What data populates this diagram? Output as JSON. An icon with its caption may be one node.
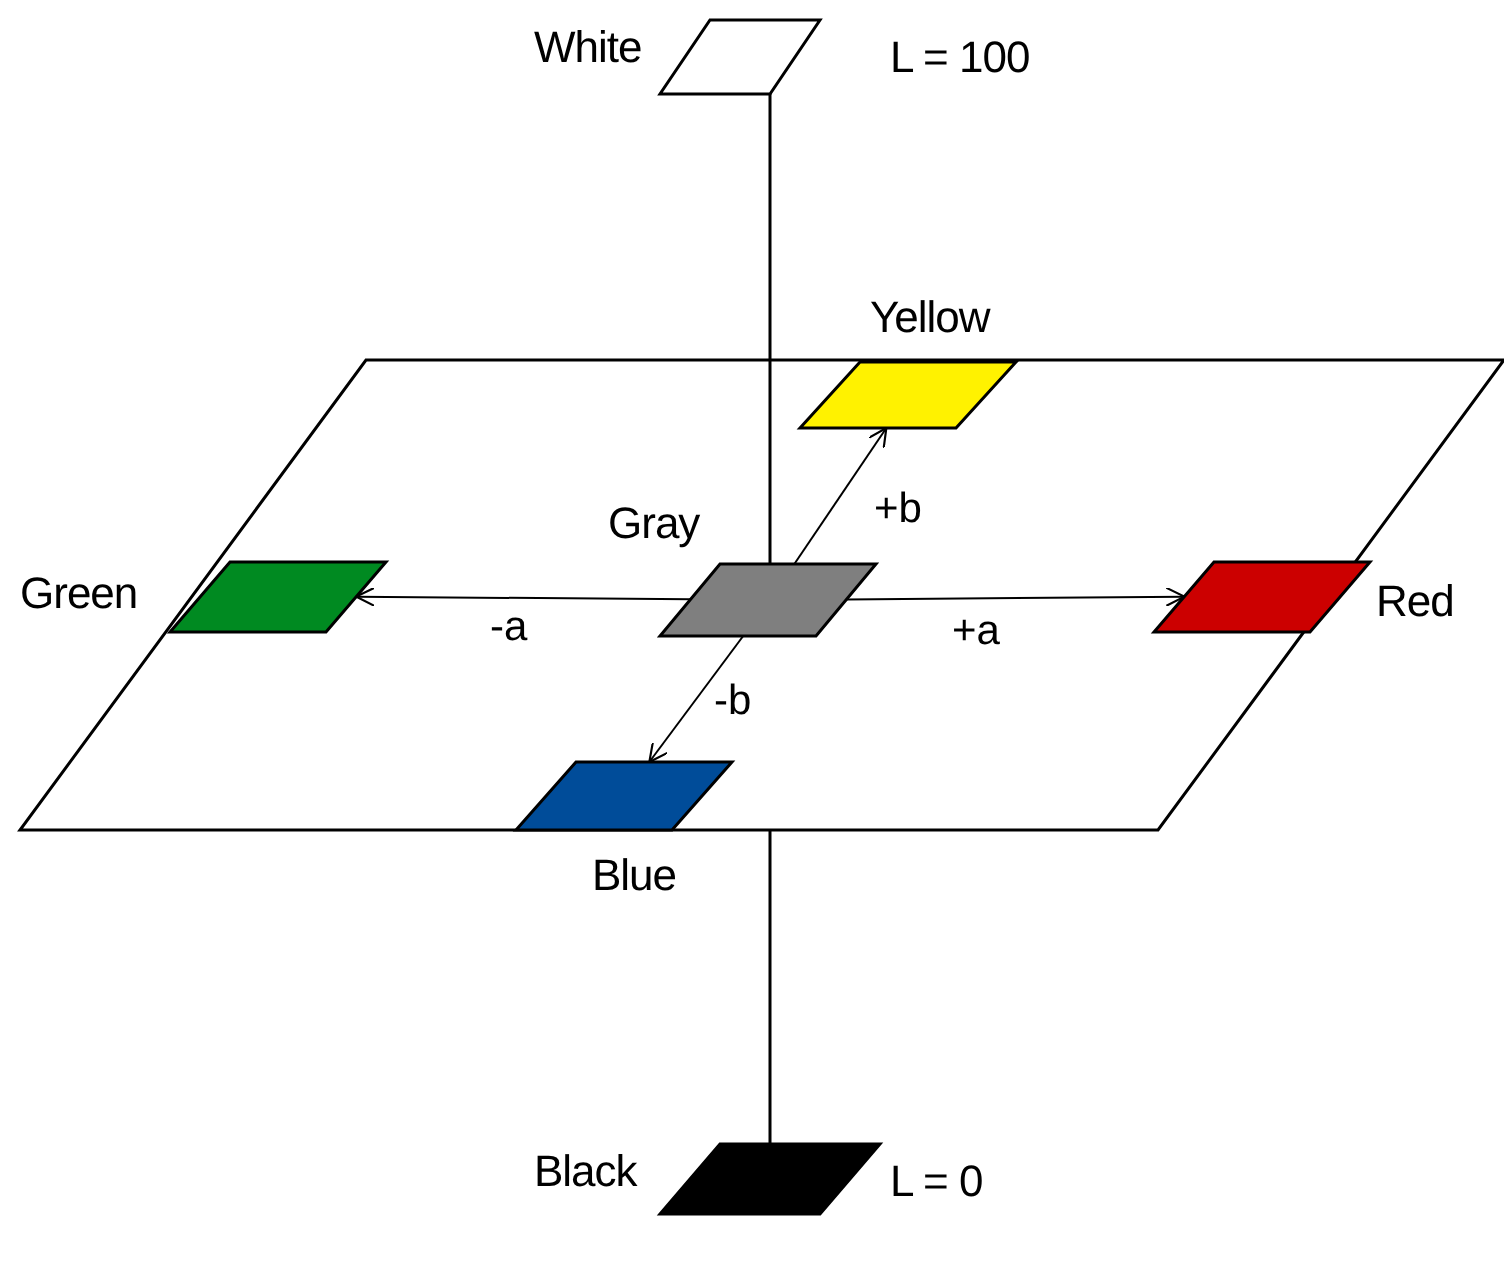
{
  "diagram": {
    "nodes": [
      {
        "text": [
          "White"
        ],
        "beside": [
          "L = 100"
        ]
      },
      {
        "text": [],
        "shape": "parallelogram"
      },
      {
        "text": [
          "Yellow"
        ],
        "in": 1
      },
      {
        "text": [
          "Gray"
        ],
        "in": 1
      },
      {
        "text": [
          "Green"
        ],
        "in": 1
      },
      {
        "text": [
          "Red"
        ],
        "in": 1
      },
      {
        "text": [
          "Blue"
        ],
        "in": 1
      },
      {
        "text": [
          "Black"
        ],
        "beside": [
          "L = 0"
        ]
      }
    ],
    "edges": [
      {
        "from": 0,
        "to": 3,
        "arrow": "none"
      },
      {
        "from": 1,
        "to": 7,
        "arrow": "none"
      },
      {
        "from": 3,
        "to": 4,
        "arrow": "to",
        "label": "-a"
      },
      {
        "from": 3,
        "to": 5,
        "arrow": "to",
        "label": "+a"
      },
      {
        "from": 3,
        "to": 2,
        "arrow": "to",
        "label": "+b"
      },
      {
        "from": 3,
        "to": 6,
        "arrow": "to",
        "label": "-b"
      }
    ]
  }
}
